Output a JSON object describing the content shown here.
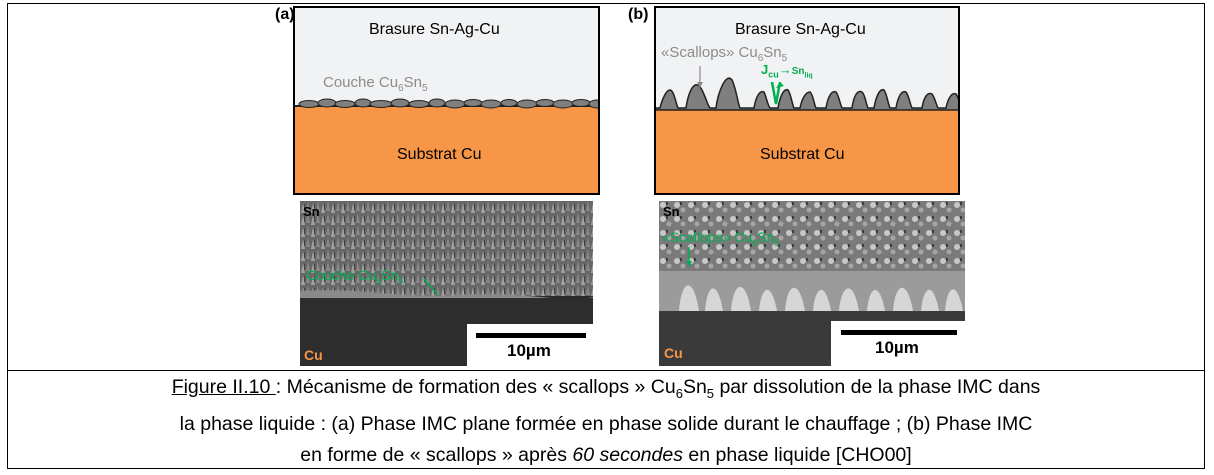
{
  "panel_a": {
    "label": "(a)",
    "top_text": "Brasure Sn-Ag-Cu",
    "layer_text": "Couche Cu",
    "layer_sub1": "6",
    "layer_mid": "Sn",
    "layer_sub2": "5",
    "substrate_text": "Substrat Cu",
    "sem_top_label": "Sn",
    "sem_layer_label": "Couche Cu",
    "sem_layer_sub1": "6",
    "sem_layer_mid": "Sn",
    "sem_layer_sub2": "5",
    "sem_bottom_label": "Cu",
    "scale_text": "10µm"
  },
  "panel_b": {
    "label": "(b)",
    "top_text": "Brasure Sn-Ag-Cu",
    "scallops_text": "«Scallops» Cu",
    "scallops_sub1": "6",
    "scallops_mid": "Sn",
    "scallops_sub2": "5",
    "flux_j": "J",
    "flux_sub": "cu",
    "flux_arrow": "→",
    "flux_target": "Sn",
    "flux_target_sub": "liq",
    "substrate_text": "Substrat Cu",
    "sem_top_label": "Sn",
    "sem_scallops_label": "«Scallops» Cu",
    "sem_scallops_sub1": "6",
    "sem_scallops_mid": "Sn",
    "sem_scallops_sub2": "5",
    "sem_bottom_label": "Cu",
    "scale_text": "10µm"
  },
  "caption": {
    "figure_ref": "Figure II.10 ",
    "text1": ": Mécanisme de formation des « scallops » Cu",
    "sub1": "6",
    "text2": "Sn",
    "sub2": "5",
    "text3": " par dissolution de la phase IMC dans",
    "line2": "la phase liquide : (a) Phase IMC plane formée en phase solide durant le chauffage ; (b) Phase IMC",
    "line3_a": "en forme de « scallops » après ",
    "line3_italic": "60 secondes",
    "line3_b": " en phase liquide [CHO00]"
  },
  "colors": {
    "solder": "#f1f2f4",
    "substrate": "#f79646",
    "imc": "#7f7f7f",
    "annotation_gray": "#8c8c8c",
    "annotation_green": "#00b050"
  }
}
